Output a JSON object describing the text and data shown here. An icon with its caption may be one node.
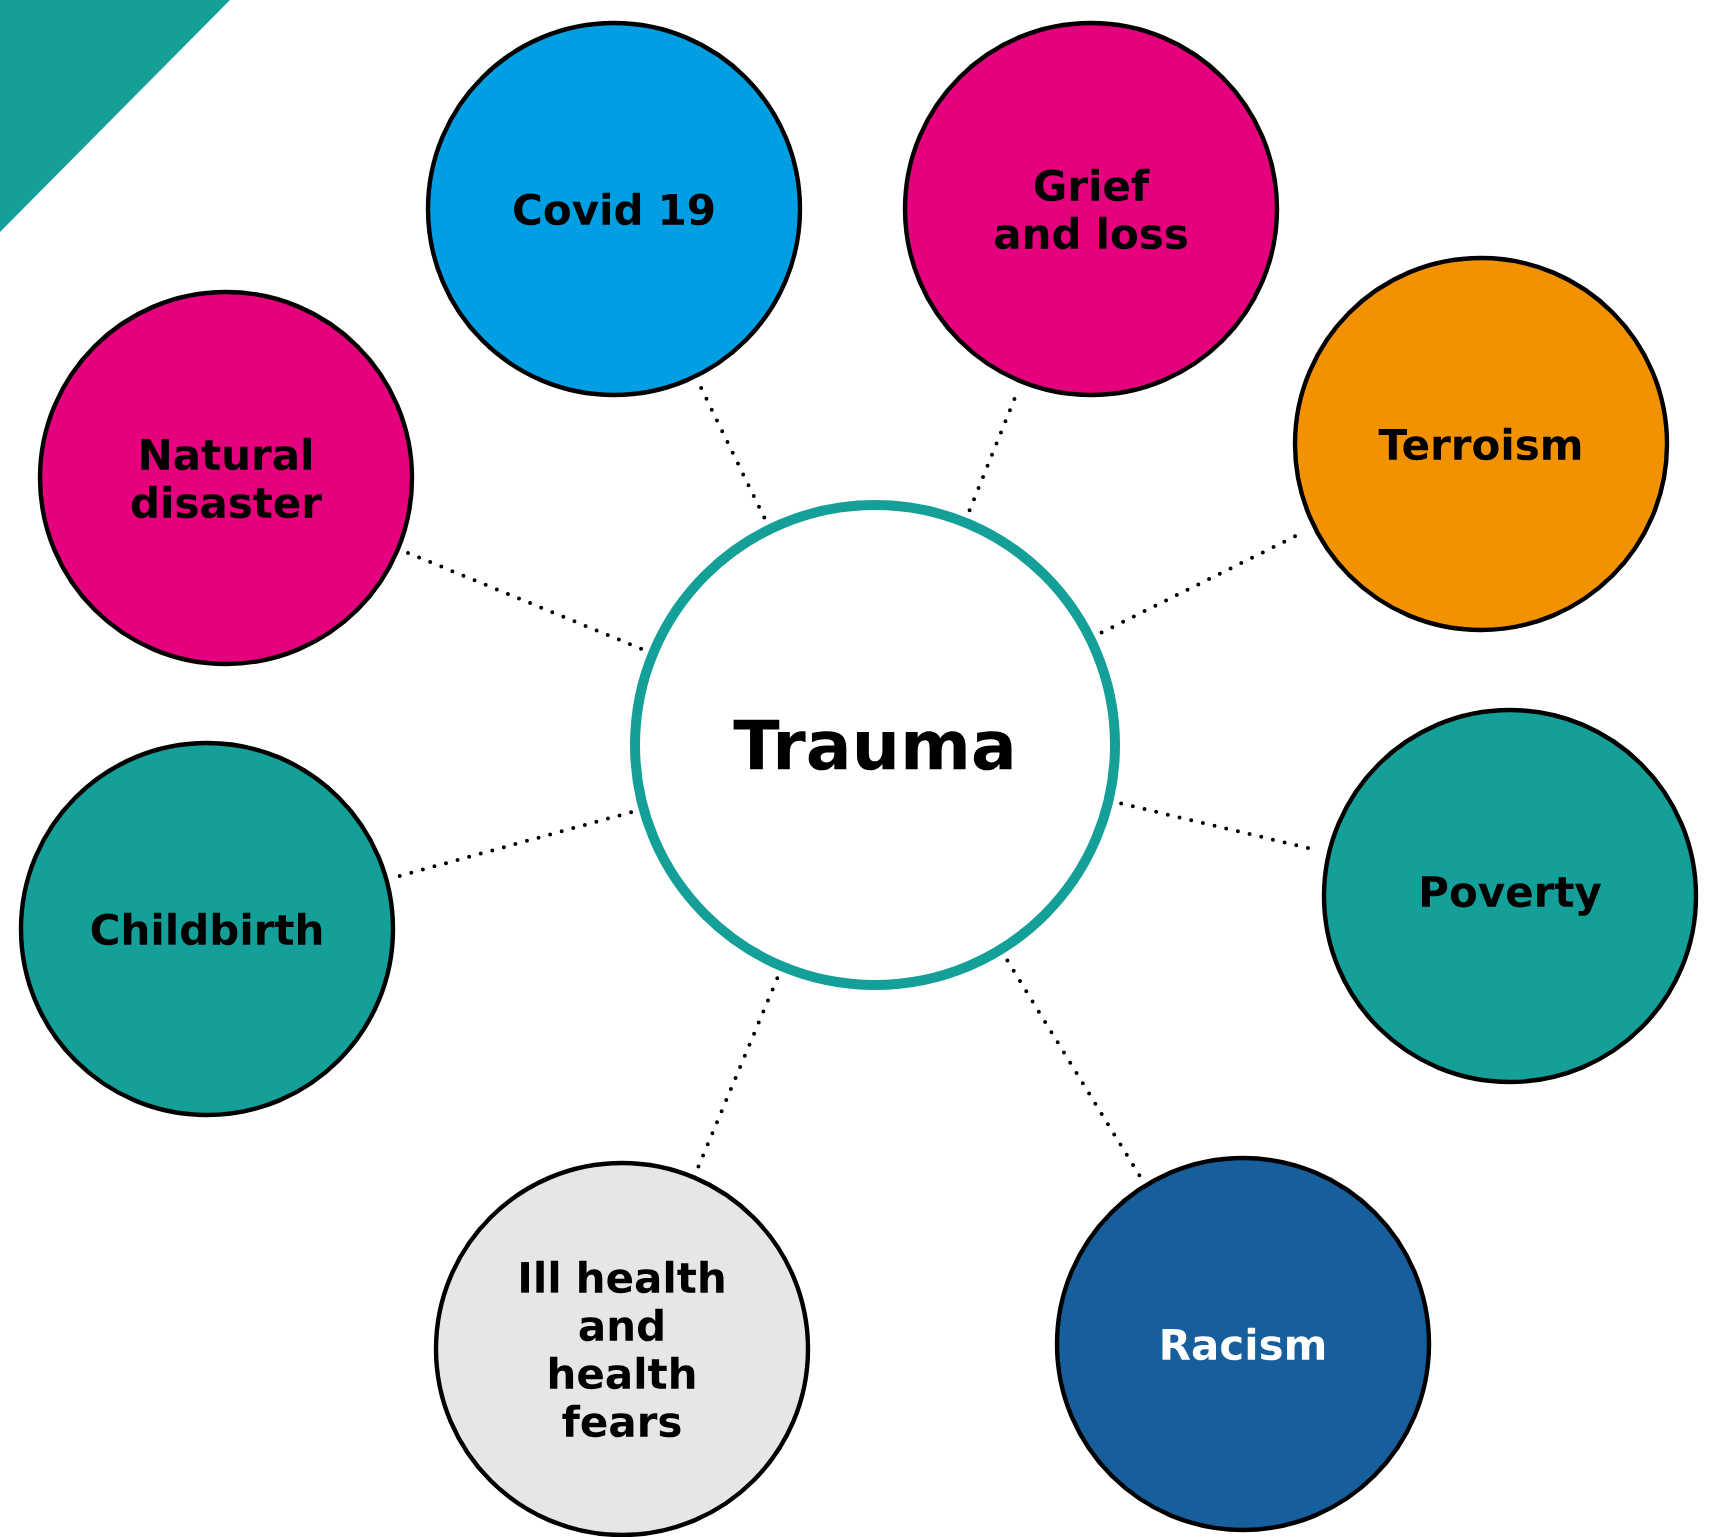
{
  "diagram": {
    "nodes": [
      {
        "text": [
          "Trauma"
        ]
      },
      {
        "text": [
          "Covid 19"
        ]
      },
      {
        "text": [
          "Grief and loss"
        ]
      },
      {
        "text": [
          "Natural disaster"
        ]
      },
      {
        "text": [
          "Terroism"
        ]
      },
      {
        "text": [
          "Childbirth"
        ]
      },
      {
        "text": [
          "Poverty"
        ]
      },
      {
        "text": [
          "Ill health and health fears"
        ]
      },
      {
        "text": [
          "Racism"
        ]
      }
    ],
    "edges": [
      {
        "from": 0,
        "to": 1,
        "arrow": "none"
      },
      {
        "from": 0,
        "to": 2,
        "arrow": "none"
      },
      {
        "from": 0,
        "to": 3,
        "arrow": "none"
      },
      {
        "from": 0,
        "to": 4,
        "arrow": "none"
      },
      {
        "from": 0,
        "to": 5,
        "arrow": "none"
      },
      {
        "from": 0,
        "to": 6,
        "arrow": "none"
      },
      {
        "from": 0,
        "to": 7,
        "arrow": "none"
      },
      {
        "from": 0,
        "to": 8,
        "arrow": "none"
      }
    ]
  }
}
